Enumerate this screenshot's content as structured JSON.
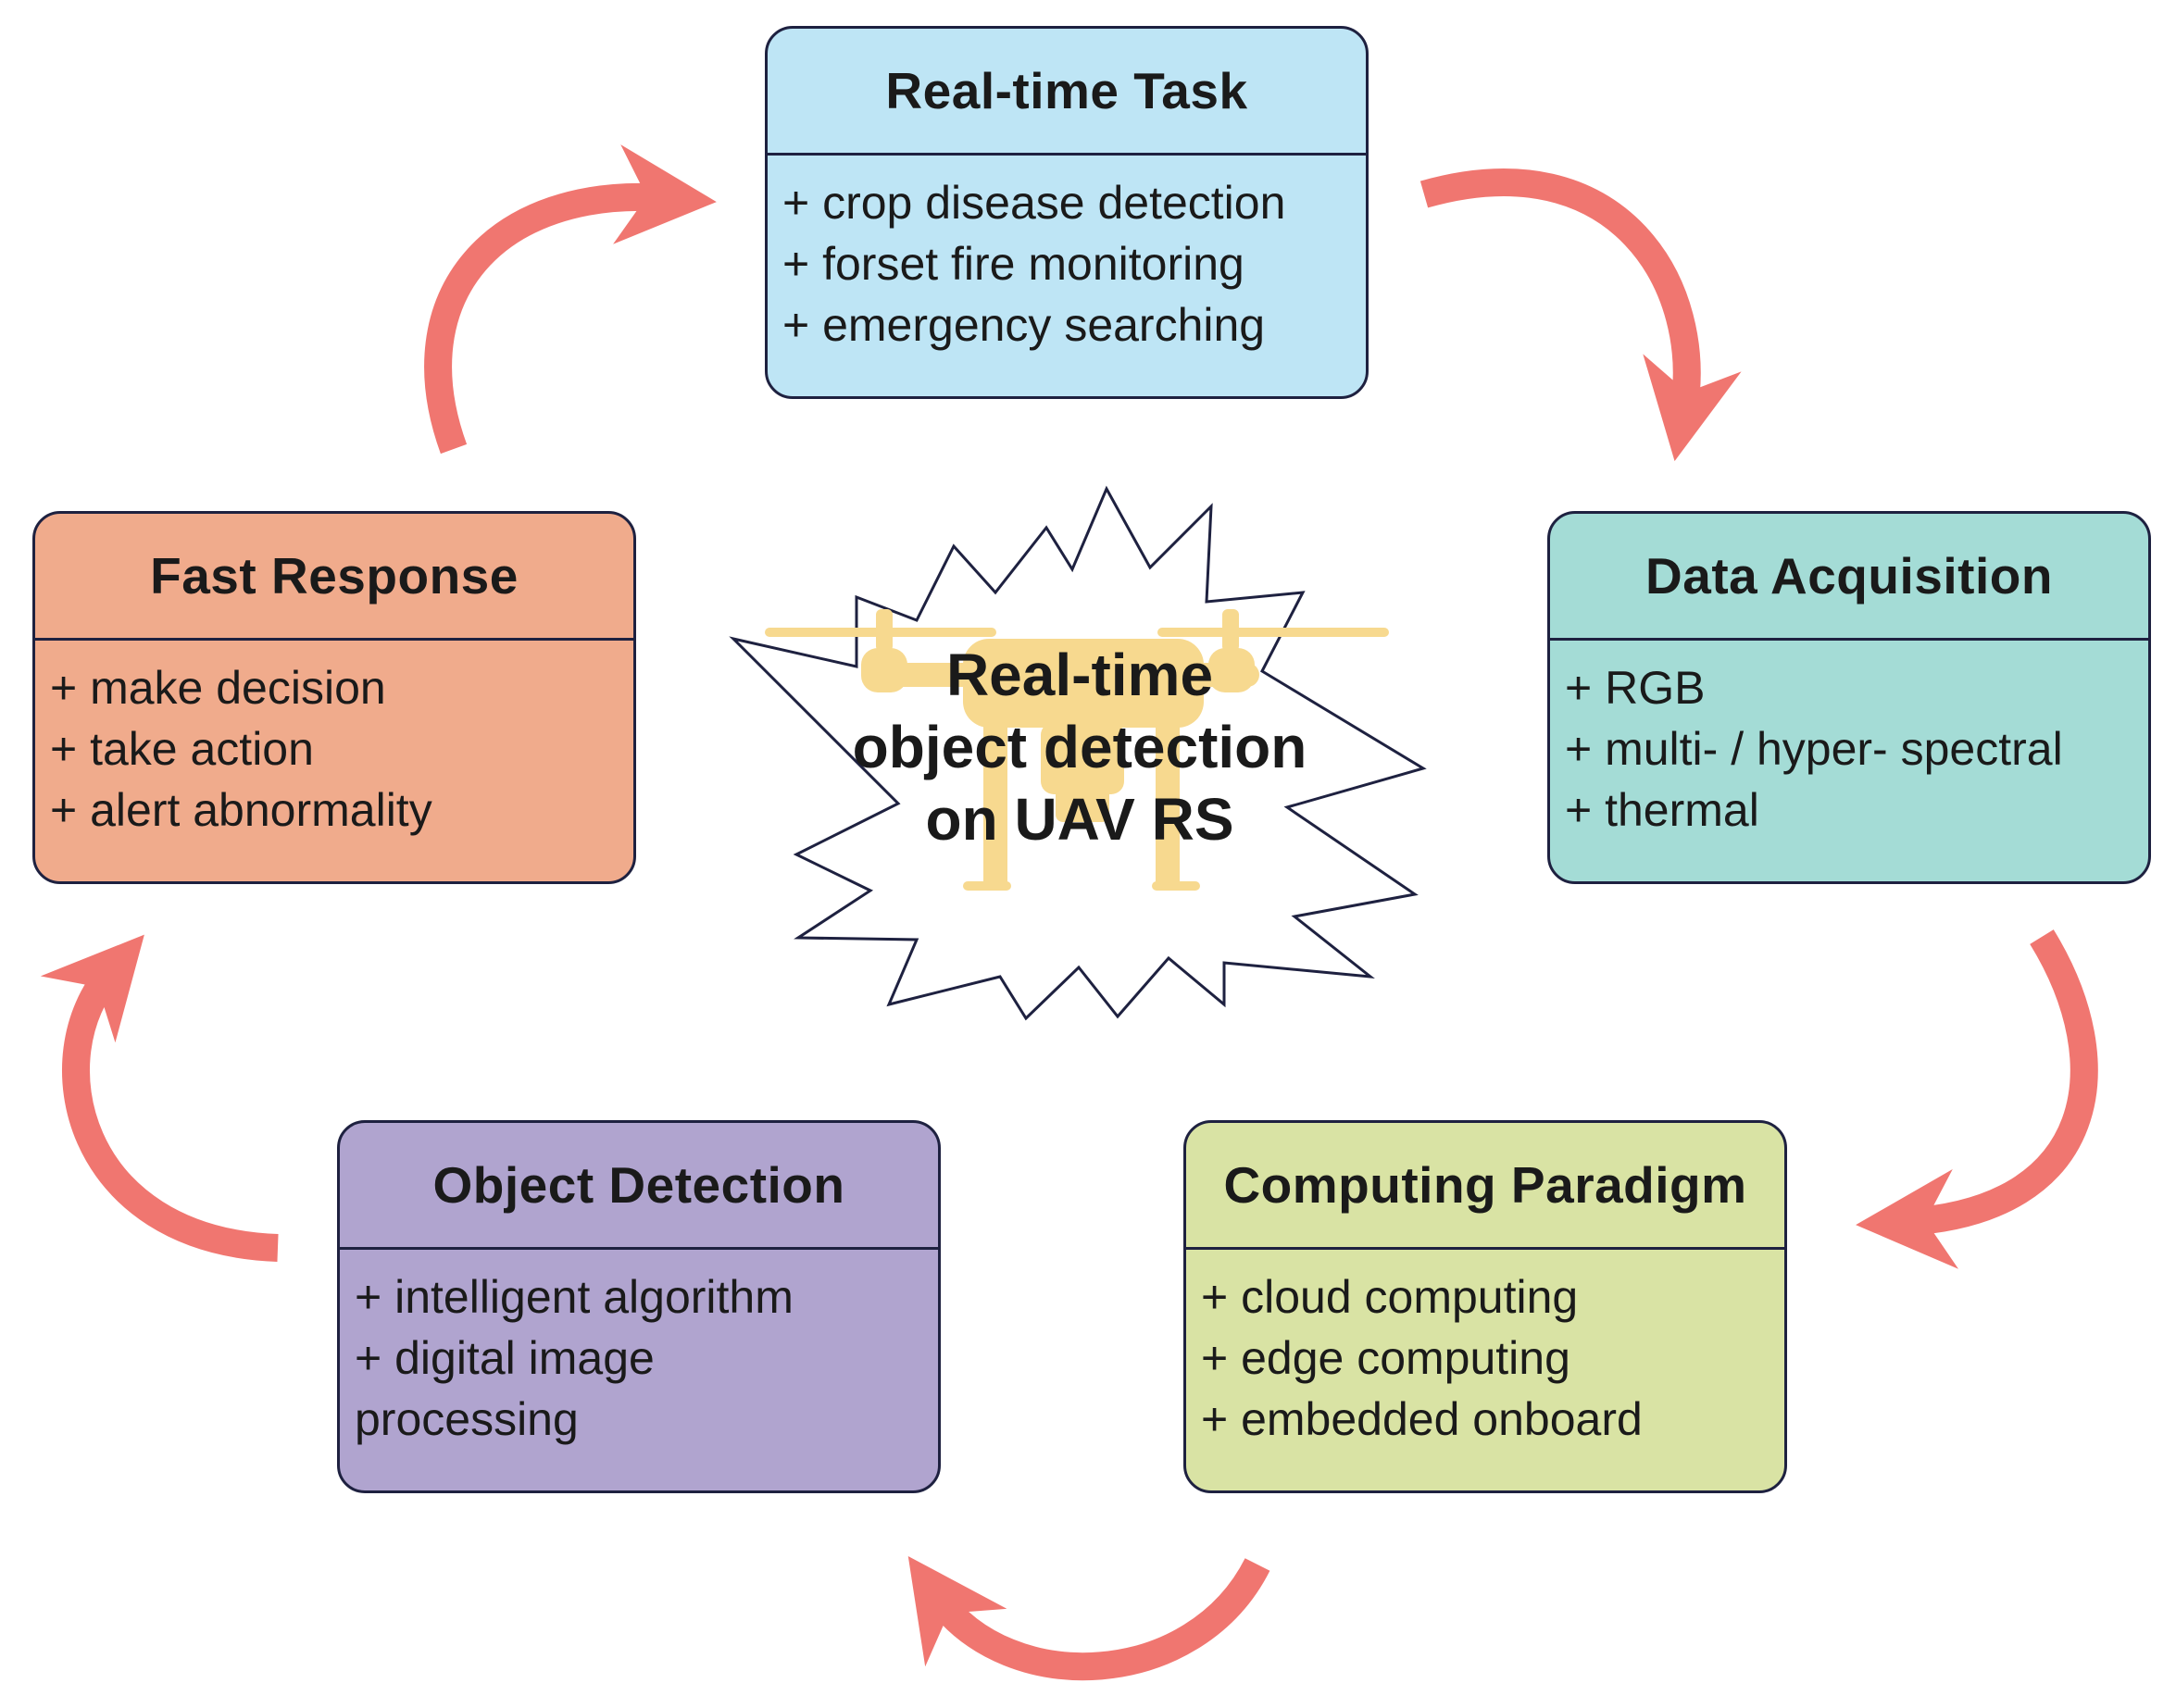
{
  "boxes": {
    "realtime_task": {
      "title": "Real-time Task",
      "items": [
        "+ crop disease detection",
        "+ forset fire monitoring",
        "+ emergency searching"
      ],
      "color": "#bee5f5"
    },
    "data_acquisition": {
      "title": "Data Acquisition",
      "items": [
        "+ RGB",
        "+ multi- / hyper- spectral",
        "+ thermal"
      ],
      "color": "#a4dcd6"
    },
    "computing_paradigm": {
      "title": "Computing Paradigm",
      "items": [
        "+ cloud computing",
        "+ edge computing",
        "+ embedded onboard"
      ],
      "color": "#d9e3a4"
    },
    "object_detection": {
      "title": "Object Detection",
      "items": [
        "+ intelligent algorithm",
        "+ digital image",
        "processing"
      ],
      "color": "#b0a4cf"
    },
    "fast_response": {
      "title": "Fast Response",
      "items": [
        "+ make decision",
        "+ take action",
        "+ alert abnormality"
      ],
      "color": "#f0ab8c"
    }
  },
  "center": {
    "lines": [
      "Real-time",
      "object detection",
      "on UAV RS"
    ]
  },
  "colors": {
    "arrow": "#f07670",
    "drone": "#f7d98f",
    "border": "#1e2140"
  },
  "icons": {
    "center_burst": "starburst-icon",
    "center_drone": "drone-icon",
    "cycle_arrows": "curved-arrow-icon"
  }
}
